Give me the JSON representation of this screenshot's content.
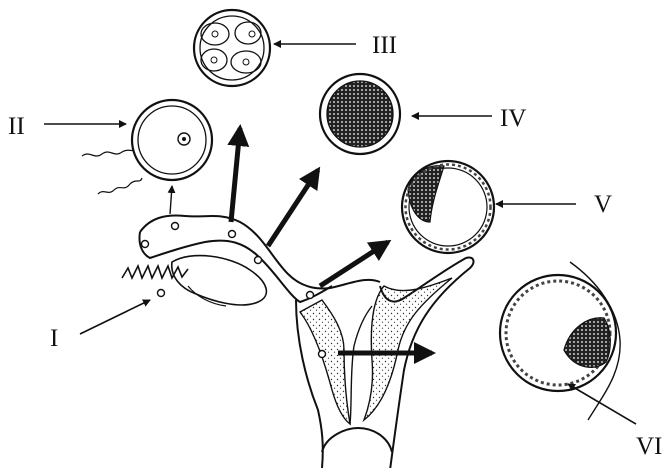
{
  "diagram": {
    "labels": {
      "I": "I",
      "II": "II",
      "III": "III",
      "IV": "IV",
      "V": "V",
      "VI": "VI"
    }
  },
  "colors": {
    "ink": "#111111",
    "paper": "#ffffff"
  }
}
